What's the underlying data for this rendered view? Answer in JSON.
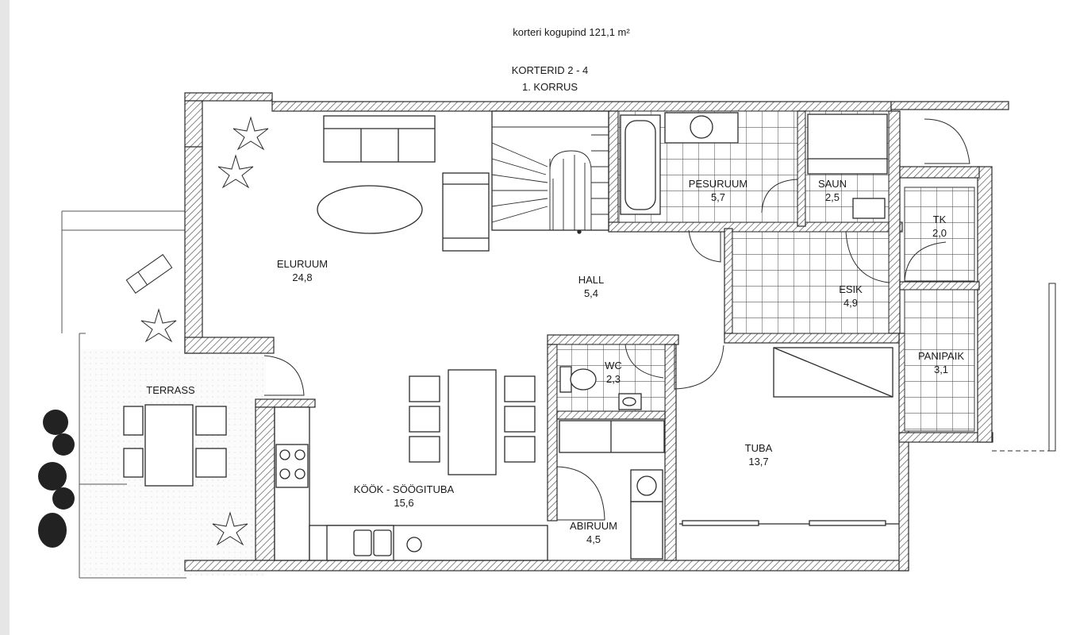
{
  "header": {
    "total_area": "korteri kogupind 121,1 m²",
    "unit_title": "KORTERID 2 - 4",
    "floor": "1. KORRUS"
  },
  "rooms": [
    {
      "id": "eluruum",
      "name": "ELURUUM",
      "area": "24,8"
    },
    {
      "id": "hall",
      "name": "HALL",
      "area": "5,4"
    },
    {
      "id": "pesuruum",
      "name": "PESURUUM",
      "area": "5,7"
    },
    {
      "id": "saun",
      "name": "SAUN",
      "area": "2,5"
    },
    {
      "id": "tk",
      "name": "TK",
      "area": "2,0"
    },
    {
      "id": "esik",
      "name": "ESIK",
      "area": "4,9"
    },
    {
      "id": "panipaik",
      "name": "PANIPAIK",
      "area": "3,1"
    },
    {
      "id": "wc",
      "name": "WC",
      "area": "2,3"
    },
    {
      "id": "tuba",
      "name": "TUBA",
      "area": "13,7"
    },
    {
      "id": "kook",
      "name": "KÖÖK - SÖÖGITUBA",
      "area": "15,6"
    },
    {
      "id": "abiruum",
      "name": "ABIRUUM",
      "area": "4,5"
    },
    {
      "id": "terrass",
      "name": "TERRASS",
      "area": ""
    }
  ],
  "colors": {
    "line": "#2b2b2b",
    "wall_fill": "#ffffff",
    "hatch": "#555555",
    "terrace": "#f4f4f4"
  }
}
